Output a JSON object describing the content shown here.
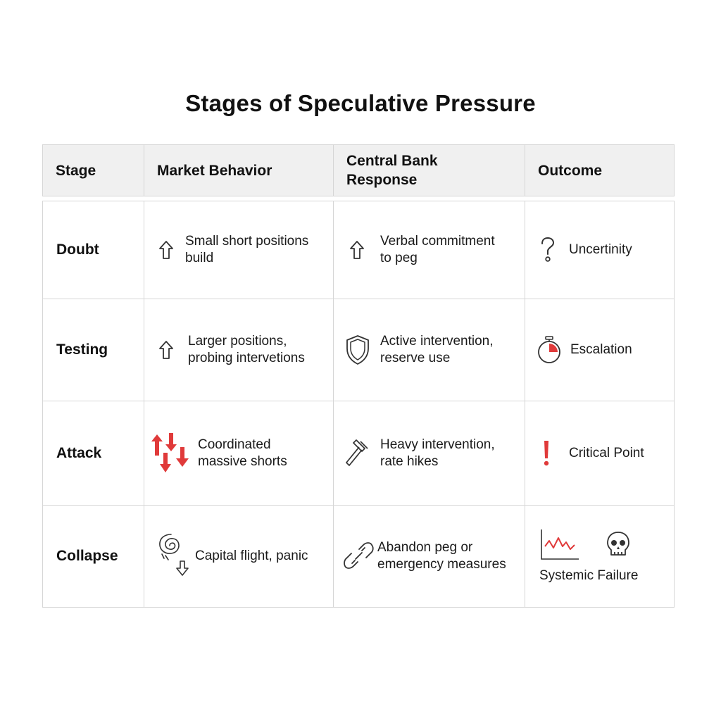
{
  "title": "Stages of Speculative Pressure",
  "headers": [
    "Stage",
    "Market Behavior",
    "Central Bank Response",
    "Outcome"
  ],
  "colors": {
    "accent_red": "#e03a3a",
    "border": "#d6d6d6",
    "header_bg": "#f0f0f0",
    "icon_stroke": "#333333"
  },
  "rows": [
    {
      "stage": "Doubt",
      "market": {
        "icon": "up-arrow-icon",
        "text": "Small short positions build"
      },
      "bank": {
        "icon": "up-arrow-icon",
        "text": "Verbal commitment to peg"
      },
      "outcome": {
        "icon": "question-mark-icon",
        "text": "Uncertinity"
      }
    },
    {
      "stage": "Testing",
      "market": {
        "icon": "up-arrow-icon",
        "text": "Larger positions, probing intervetions"
      },
      "bank": {
        "icon": "shield-icon",
        "text": "Active intervention, reserve use"
      },
      "outcome": {
        "icon": "stopwatch-icon",
        "text": "Escalation"
      }
    },
    {
      "stage": "Attack",
      "market": {
        "icon": "red-arrows-icon",
        "text": "Coordinated massive shorts"
      },
      "bank": {
        "icon": "hammer-icon",
        "text": "Heavy intervention, rate hikes"
      },
      "outcome": {
        "icon": "exclamation-icon",
        "text": "Critical Point"
      }
    },
    {
      "stage": "Collapse",
      "market": {
        "icon": "spiral-down-icon",
        "text": "Capital flight, panic"
      },
      "bank": {
        "icon": "broken-chain-icon",
        "text": "Abandon peg or emergency measures"
      },
      "outcome": {
        "icon": "falling-chart-and-skull-icon",
        "text": "Systemic Failure"
      }
    }
  ]
}
